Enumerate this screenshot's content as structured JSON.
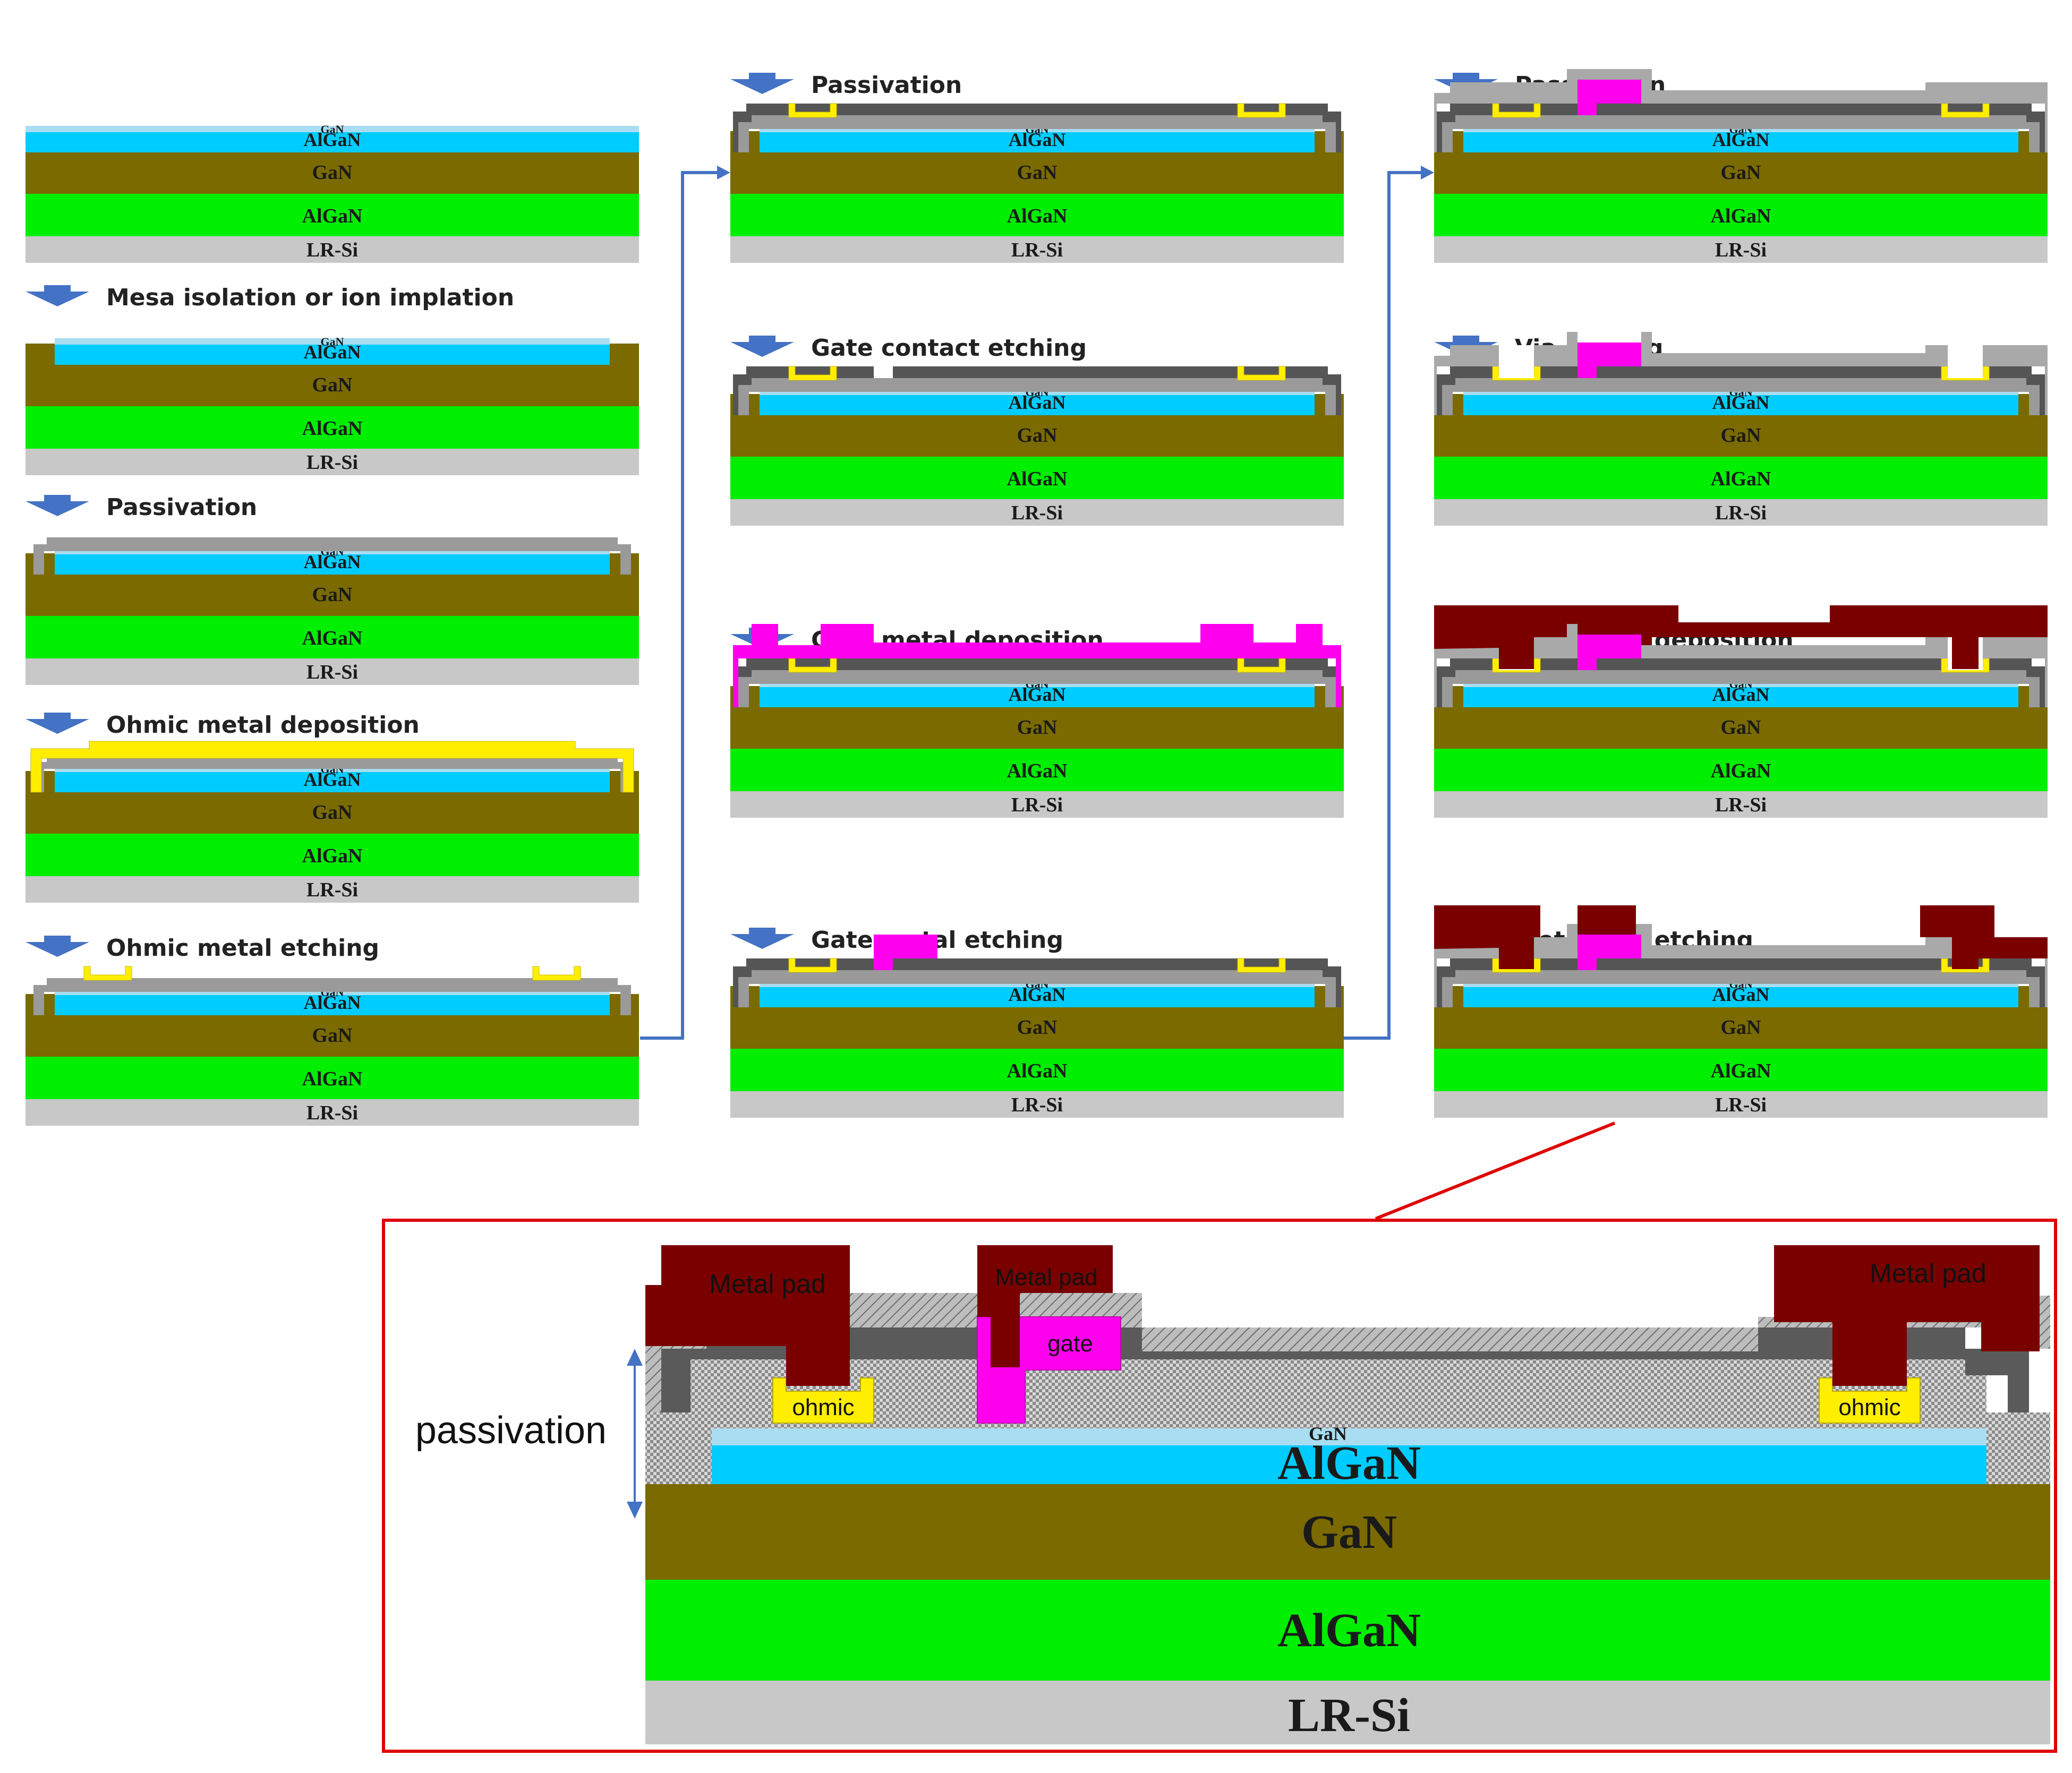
{
  "colors": {
    "si": "#c8c8c8",
    "algan_buffer": "#00ee00",
    "gan": "#7a6a00",
    "algan_barrier": "#00ccff",
    "gan_cap": "#a8ddf2",
    "pass_light": "#9a9a9a",
    "pass_dark": "#555555",
    "ohmic": "#ffee00",
    "gate": "#ff00ee",
    "pad": "#7a0000",
    "arrow": "#4472c4",
    "connector": "#4472c4",
    "zoom_frame": "#e00000"
  },
  "layers": {
    "cap": "GaN",
    "barrier": "AlGaN",
    "channel": "GaN",
    "buffer": "AlGaN",
    "substrate": "LR-Si"
  },
  "steps": [
    {
      "id": "s1",
      "label": ""
    },
    {
      "id": "s2",
      "label": "Mesa isolation or ion implation"
    },
    {
      "id": "s3",
      "label": "Passivation"
    },
    {
      "id": "s4",
      "label": "Ohmic metal deposition"
    },
    {
      "id": "s5",
      "label": "Ohmic metal etching"
    },
    {
      "id": "s6",
      "label": "Passivation"
    },
    {
      "id": "s7",
      "label": "Gate contact etching"
    },
    {
      "id": "s8",
      "label": "Gate metal deposition"
    },
    {
      "id": "s9",
      "label": "Gate metal etching"
    },
    {
      "id": "s10",
      "label": "Passivation"
    },
    {
      "id": "s11",
      "label": "Via etching"
    },
    {
      "id": "s12",
      "label": "Metal pad deposition"
    },
    {
      "id": "s13",
      "label": "Metal pad etching"
    }
  ],
  "detail": {
    "pad_left": "Metal pad",
    "pad_middle": "Metal pad",
    "pad_right": "Metal pad",
    "gate": "gate",
    "ohmic_left": "ohmic",
    "ohmic_right": "ohmic",
    "passivation": "passivation",
    "cap": "GaN",
    "barrier": "AlGaN",
    "channel": "GaN",
    "buffer": "AlGaN",
    "substrate": "LR-Si"
  }
}
